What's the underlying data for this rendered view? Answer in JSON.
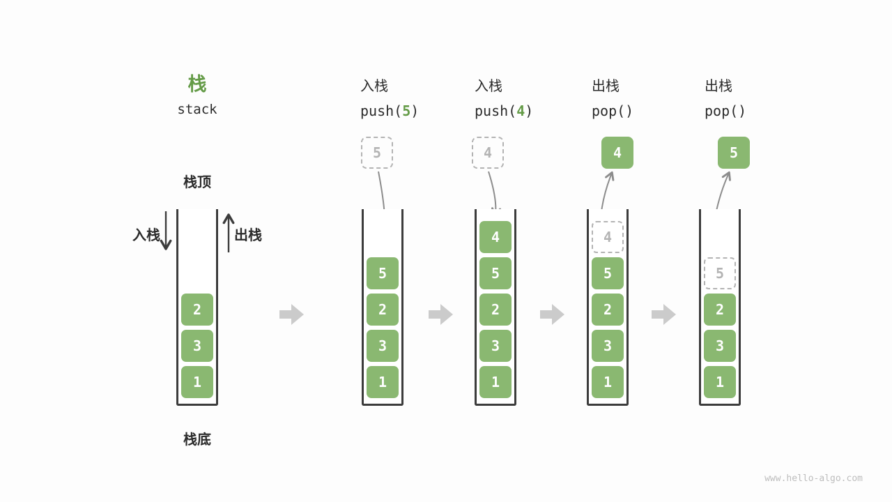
{
  "meta": {
    "watermark": "www.hello-algo.com"
  },
  "title": {
    "zh": "栈",
    "en": "stack"
  },
  "annotations": {
    "stack_top": "栈顶",
    "stack_bottom": "栈底",
    "push": "入栈",
    "pop": "出栈"
  },
  "colors": {
    "green": "#8AB871",
    "accent": "#649B47",
    "arrow_gray": "#8C8C8C",
    "block_arrow_gray": "#CBCBCB",
    "dashed_gray": "#B3B3B3",
    "ink": "#2B2B2B",
    "wall": "#3C3C3C"
  },
  "steps": [
    {
      "name": "initial",
      "cells": [
        "2",
        "3",
        "1"
      ]
    },
    {
      "name": "push-5",
      "label": "入栈",
      "fn": "push(",
      "arg": "5",
      "close": ")",
      "floating": "5",
      "cells": [
        "5",
        "2",
        "3",
        "1"
      ]
    },
    {
      "name": "push-4",
      "label": "入栈",
      "fn": "push(",
      "arg": "4",
      "close": ")",
      "floating": "4",
      "cells": [
        "4",
        "5",
        "2",
        "3",
        "1"
      ]
    },
    {
      "name": "pop-4",
      "label": "出栈",
      "fn": "pop(",
      "arg": "",
      "close": ")",
      "floating": "4",
      "ghost": "4",
      "cells": [
        "5",
        "2",
        "3",
        "1"
      ]
    },
    {
      "name": "pop-5",
      "label": "出栈",
      "fn": "pop(",
      "arg": "",
      "close": ")",
      "floating": "5",
      "ghost": "5",
      "cells": [
        "2",
        "3",
        "1"
      ]
    }
  ]
}
